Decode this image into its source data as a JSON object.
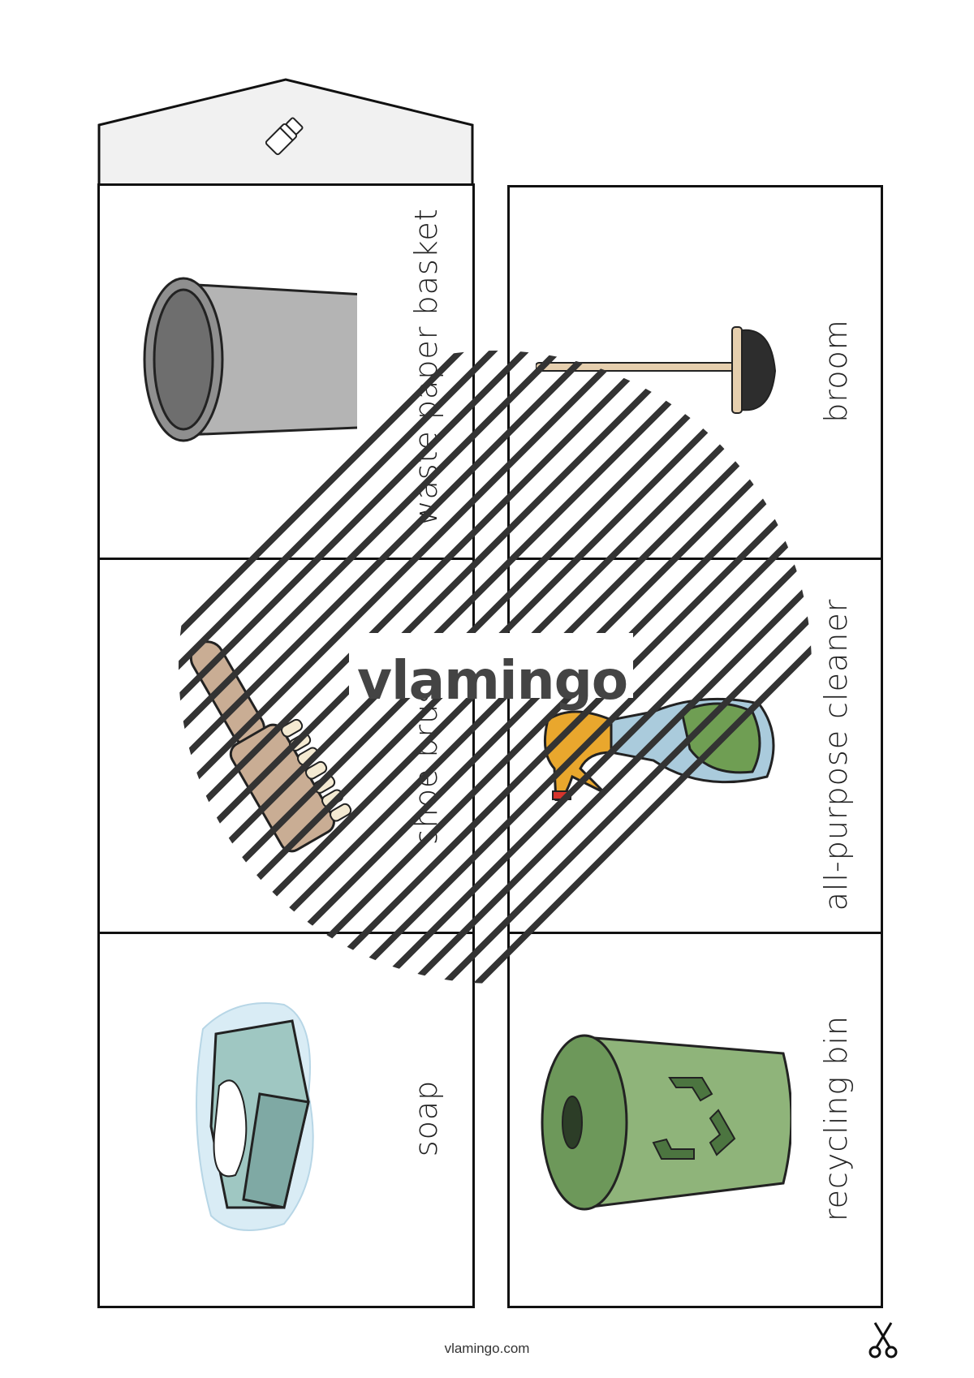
{
  "cards": {
    "left": [
      {
        "label": "waste paper basket",
        "icon": "waste-paper-basket-icon"
      },
      {
        "label": "shoe brush",
        "icon": "shoe-brush-icon"
      },
      {
        "label": "soap",
        "icon": "soap-icon"
      }
    ],
    "right": [
      {
        "label": "broom",
        "icon": "broom-icon"
      },
      {
        "label": "all-purpose cleaner",
        "icon": "spray-bottle-icon"
      },
      {
        "label": "recycling bin",
        "icon": "recycling-bin-icon"
      }
    ]
  },
  "watermark": {
    "text": "vlamingo"
  },
  "footer": {
    "url": "vlamingo.com"
  },
  "icons": {
    "glue": "glue-stick-icon",
    "cut": "scissors-icon"
  }
}
